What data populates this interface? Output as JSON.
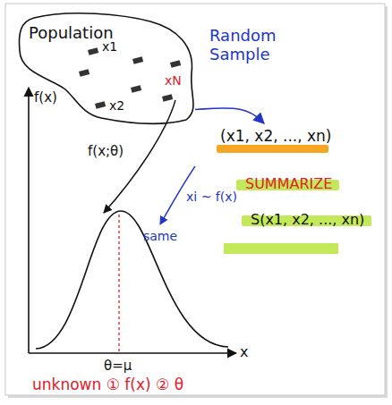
{
  "diagram": {
    "nodes": [
      {
        "text": [
          "Population",
          "x1",
          "x2",
          "xN"
        ]
      },
      {
        "text": [
          "(x1, x2, ..., xn)"
        ]
      },
      {
        "text": [
          "SUMMARIZE"
        ]
      },
      {
        "text": [
          "S(x1, x2, ..., xn)"
        ]
      }
    ],
    "edges": [
      {
        "from": 0,
        "to": 1,
        "label": "Random Sample",
        "arrow": "to"
      }
    ],
    "labels": [
      "f(x)",
      "x",
      "θ=μ",
      "f(x;θ)",
      "xi ~ f(x)",
      "same",
      "unknown ① f(x) ② θ"
    ]
  }
}
